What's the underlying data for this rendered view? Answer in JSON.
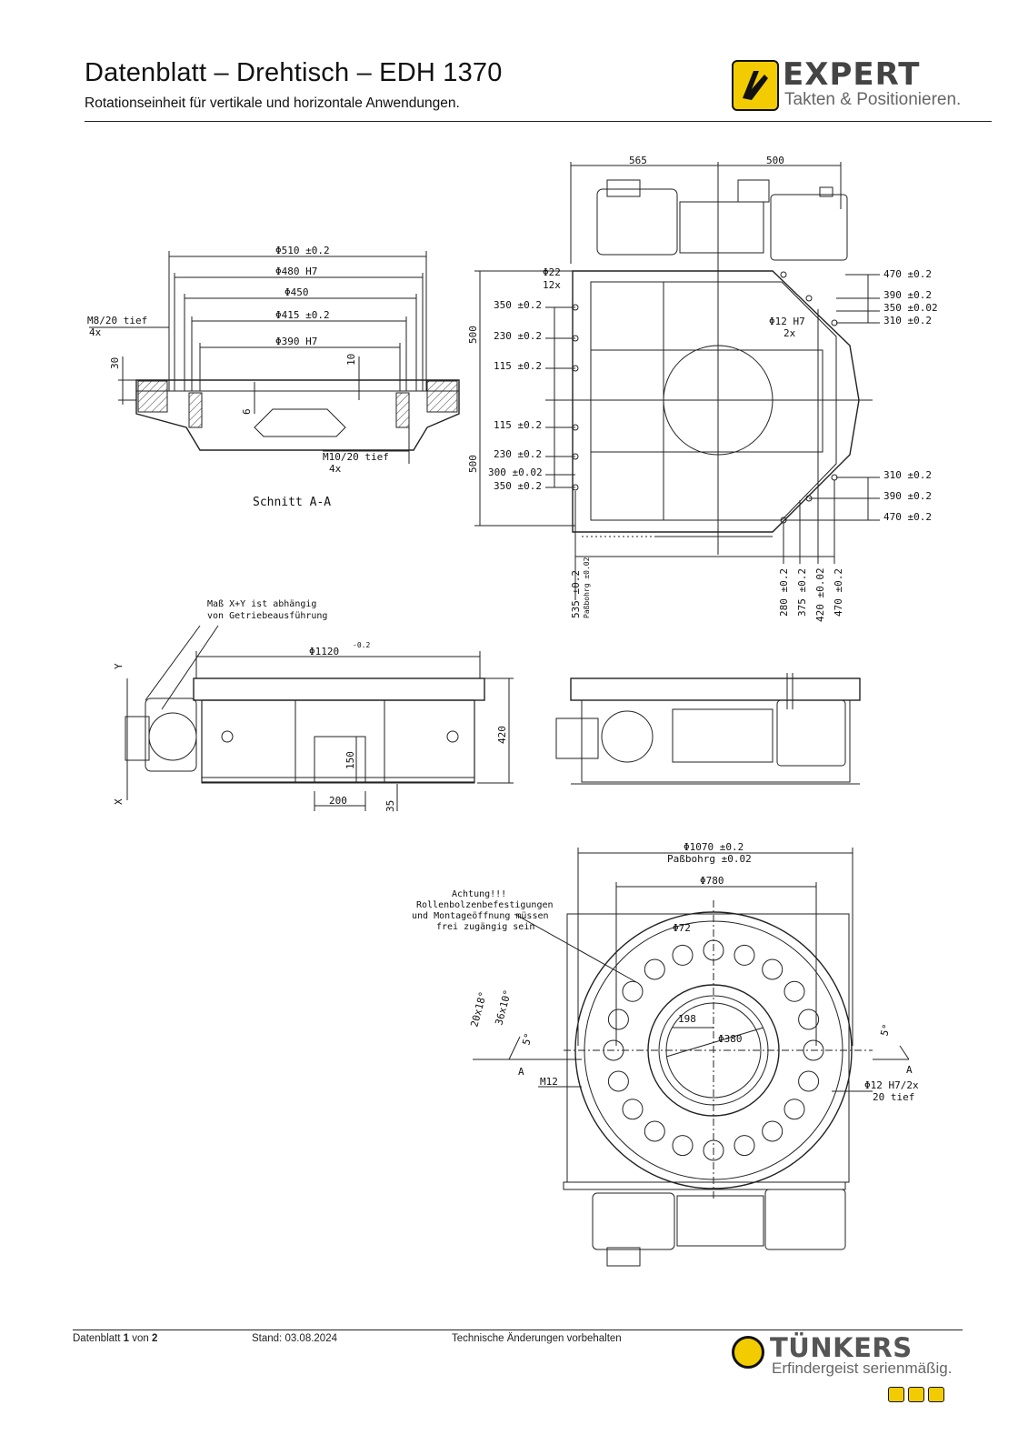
{
  "header": {
    "title": "Datenblatt – Drehtisch – EDH 1370",
    "subtitle": "Rotationseinheit für vertikale und horizontale Anwendungen.",
    "brand": "EXPERT",
    "brand_tagline": "Takten & Positionieren."
  },
  "section_view": {
    "dims": [
      "Φ510 ±0.2",
      "Φ480 H7",
      "Φ450",
      "Φ415 ±0.2",
      "Φ390 H7"
    ],
    "thread_top": "M8/20 tief",
    "thread_top_qty": "4x",
    "thread_bottom": "M10/20 tief",
    "thread_bottom_qty": "4x",
    "h30": "30",
    "h10": "10",
    "h6": "6",
    "caption": "Schnitt A-A"
  },
  "top_view": {
    "w_left": "565",
    "w_right": "500",
    "h_top": "500",
    "h_bottom": "500",
    "hole_left": "Φ22",
    "hole_left_qty": "12x",
    "hole_right": "Φ12 H7",
    "hole_right_qty": "2x",
    "left_dims": [
      "350 ±0.2",
      "230 ±0.2",
      "115 ±0.2",
      "115 ±0.2",
      "230 ±0.2",
      "300 ±0.02",
      "350 ±0.2"
    ],
    "right_dims_top": [
      "470 ±0.2",
      "390 ±0.2",
      "350 ±0.02",
      "310 ±0.2"
    ],
    "right_dims_bottom": [
      "310 ±0.2",
      "390 ±0.2",
      "470 ±0.2"
    ],
    "bottom_dims": [
      "535 ±0.2",
      "Paßbohrg ±0.02",
      "280 ±0.2",
      "375 ±0.2",
      "420 ±0.02",
      "470 ±0.2"
    ]
  },
  "front_view": {
    "note_line1": "Maß X+Y ist abhängig",
    "note_line2": "von Getriebeausführung",
    "y": "Y",
    "x": "X",
    "dia": "Φ1120",
    "dia_tol": "-0.2",
    "h420": "420",
    "h150": "150",
    "w200": "200",
    "h35": "35"
  },
  "plan_view": {
    "dia_main": "Φ1070 ±0.2",
    "dia_main_note": "Paßbohrg ±0.02",
    "dia780": "Φ780",
    "dia72": "Φ72",
    "dia380": "Φ380",
    "w198": "198",
    "attention": [
      "Achtung!!!",
      "Rollenbolzenbefestigungen",
      "und Montageöffnung müssen",
      "frei zugängig sein"
    ],
    "angle1": "20x18°",
    "angle2": "36x10°",
    "angle3": "5°",
    "angle4": "5°",
    "sec_a": "A",
    "m12": "M12",
    "pin": "Φ12 H7/2x",
    "pin_depth": "20 tief"
  },
  "footer": {
    "sheet_label": "Datenblatt",
    "sheet_n": "1",
    "sheet_of": "von",
    "sheet_total": "2",
    "date": "Stand: 03.08.2024",
    "notice": "Technische Änderungen vorbehalten",
    "brand": "TÜNKERS",
    "brand_tagline": "Erfindergeist serienmäßig."
  }
}
